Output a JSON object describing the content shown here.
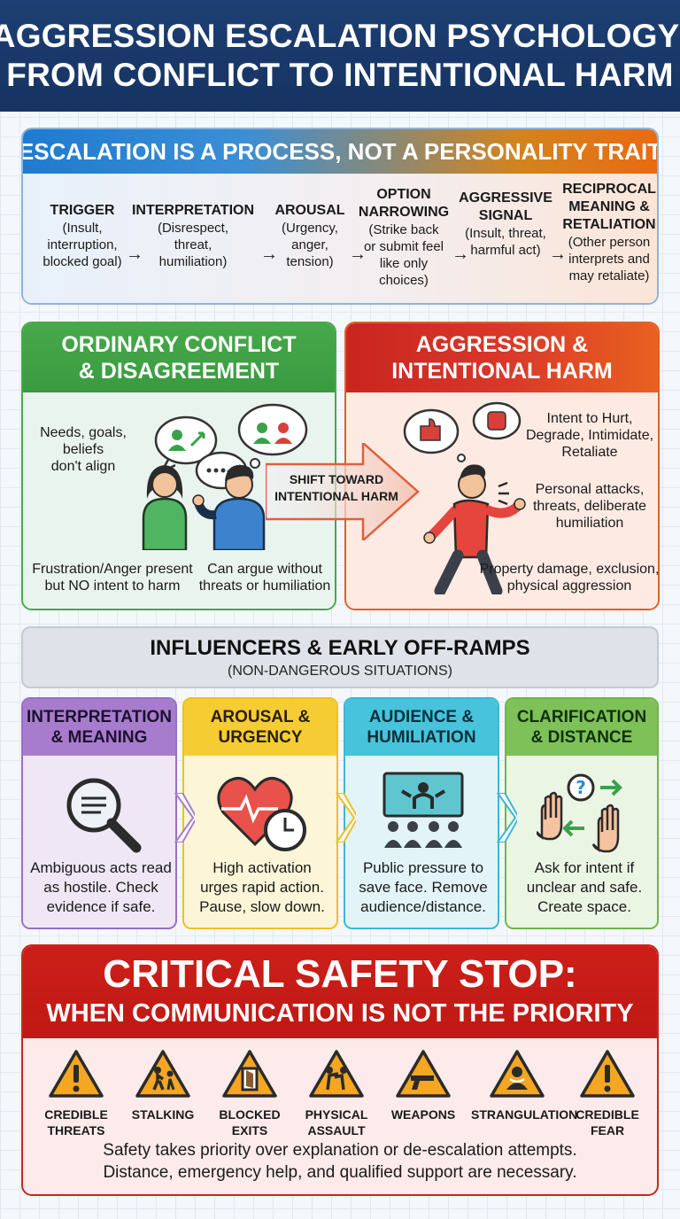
{
  "header": {
    "line1": "AGGRESSION ESCALATION PSYCHOLOGY:",
    "line2": "FROM CONFLICT TO INTENTIONAL HARM"
  },
  "process": {
    "title": "ESCALATION IS A PROCESS, NOT A PERSONALITY TRAIT",
    "steps": [
      {
        "label": "TRIGGER",
        "detail": "(Insult,\ninterruption,\nblocked goal)"
      },
      {
        "label": "INTERPRETATION",
        "detail": "(Disrespect,\nthreat,\nhumiliation)"
      },
      {
        "label": "AROUSAL",
        "detail": "(Urgency,\nanger,\ntension)"
      },
      {
        "label": "OPTION\nNARROWING",
        "detail": "(Strike back\nor submit feel\nlike only\nchoices)"
      },
      {
        "label": "AGGRESSIVE\nSIGNAL",
        "detail": "(Insult, threat,\nharmful act)"
      },
      {
        "label": "RECIPROCAL\nMEANING &\nRETALIATION",
        "detail": "(Other person\ninterprets and\nmay retaliate)"
      }
    ]
  },
  "conflict": {
    "title1": "ORDINARY CONFLICT",
    "title2": "& DISAGREEMENT",
    "needs": "Needs, goals,\nbeliefs\ndon't align",
    "frustration": "Frustration/Anger present\nbut NO intent to harm",
    "argue": "Can argue without\nthreats or humiliation"
  },
  "shift": "SHIFT TOWARD\nINTENTIONAL HARM",
  "aggression": {
    "title1": "AGGRESSION &",
    "title2": "INTENTIONAL HARM",
    "intent": "Intent to Hurt,\nDegrade, Intimidate,\nRetaliate",
    "attacks": "Personal attacks,\nthreats, deliberate\nhumiliation",
    "damage": "Property damage, exclusion,\nphysical aggression"
  },
  "influencers": {
    "title": "INFLUENCERS & EARLY OFF-RAMPS",
    "subtitle": "(NON-DANGEROUS SITUATIONS)",
    "cards": [
      {
        "title": "INTERPRETATION\n& MEANING",
        "icon": "magnifier-icon",
        "text": "Ambiguous acts read\nas hostile. Check\nevidence if safe."
      },
      {
        "title": "AROUSAL &\nURGENCY",
        "icon": "heart-clock-icon",
        "text": "High activation\nurges rapid action.\nPause, slow down."
      },
      {
        "title": "AUDIENCE &\nHUMILIATION",
        "icon": "audience-icon",
        "text": "Public pressure to\nsave face. Remove\naudience/distance."
      },
      {
        "title": "CLARIFICATION\n& DISTANCE",
        "icon": "hands-question-icon",
        "text": "Ask for intent if\nunclear and safe.\nCreate space."
      }
    ]
  },
  "safety": {
    "title": "CRITICAL SAFETY STOP:",
    "subtitle": "WHEN COMMUNICATION IS NOT THE PRIORITY",
    "items": [
      {
        "label": "CREDIBLE\nTHREATS",
        "icon": "exclamation-warning-icon"
      },
      {
        "label": "STALKING",
        "icon": "stalking-warning-icon"
      },
      {
        "label": "BLOCKED\nEXITS",
        "icon": "door-warning-icon"
      },
      {
        "label": "PHYSICAL\nASSAULT",
        "icon": "fight-warning-icon"
      },
      {
        "label": "WEAPONS",
        "icon": "gun-warning-icon"
      },
      {
        "label": "STRANGULATION",
        "icon": "strangulation-warning-icon"
      },
      {
        "label": "CREDIBLE\nFEAR",
        "icon": "exclamation-warning-icon"
      }
    ],
    "note": "Safety takes priority over explanation or de-escalation attempts.\nDistance, emergency help, and qualified support are necessary."
  }
}
